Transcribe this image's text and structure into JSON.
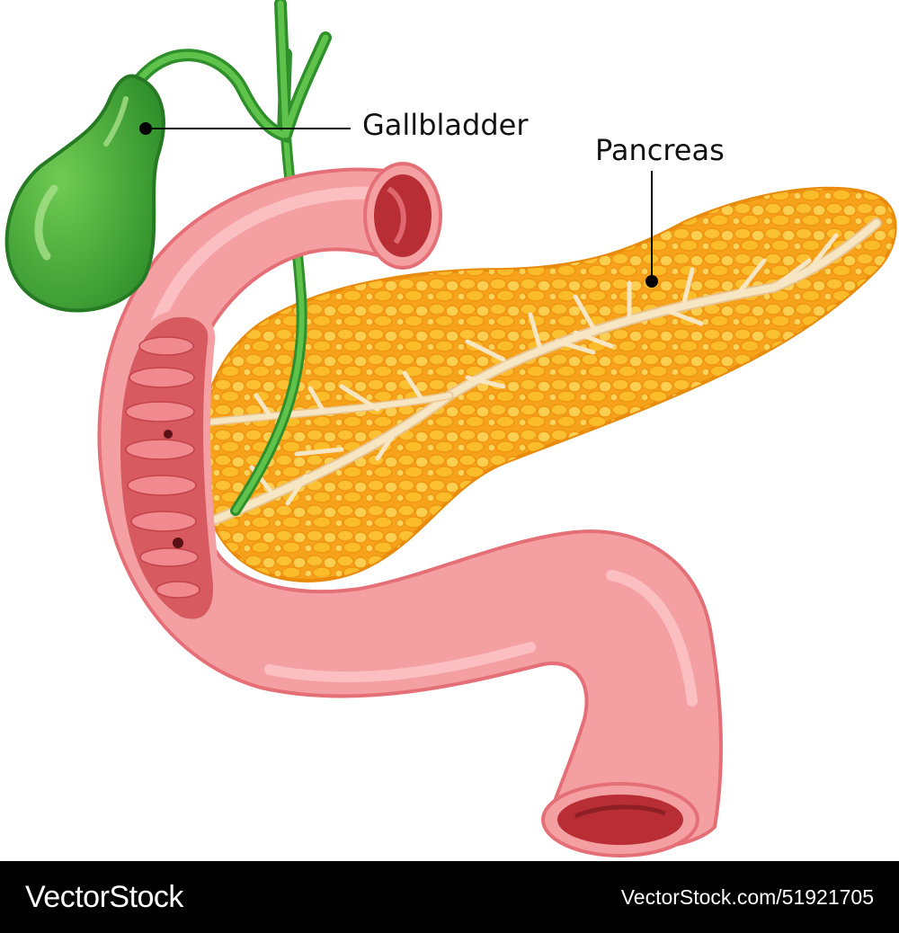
{
  "labels": {
    "gallbladder": "Gallbladder",
    "pancreas": "Pancreas"
  },
  "watermark": {
    "brand": "VectorStock",
    "reference": "VectorStock.com/51921705"
  },
  "colors": {
    "gallbladder": "#3ea636",
    "pancreas": "#f7a21b",
    "pancreas_light": "#fcd24a",
    "duodenum": "#f4a0a3",
    "duodenum_inner": "#d65a60",
    "duct": "#f7e6c4",
    "footer_background": "#000000"
  }
}
